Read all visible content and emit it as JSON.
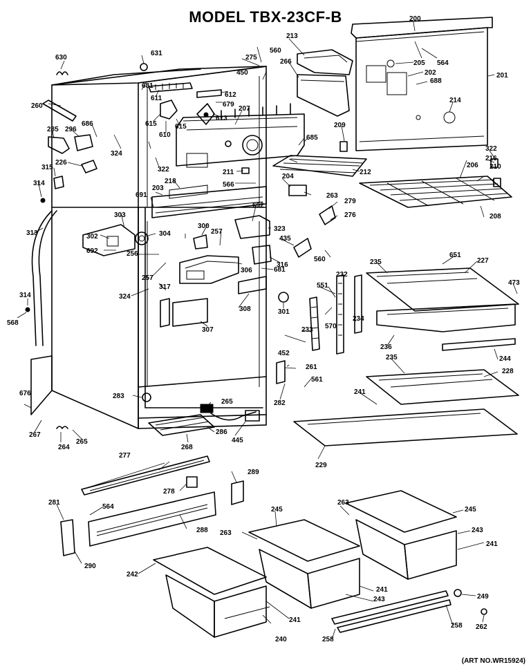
{
  "title": "MODEL TBX-23CF-B",
  "art_number": "(ART NO.WR15924)",
  "callouts": [
    {
      "id": "c200",
      "label": "200"
    },
    {
      "id": "c201",
      "label": "201"
    },
    {
      "id": "c202",
      "label": "202"
    },
    {
      "id": "c203",
      "label": "203"
    },
    {
      "id": "c204",
      "label": "204"
    },
    {
      "id": "c205",
      "label": "205"
    },
    {
      "id": "c206",
      "label": "206"
    },
    {
      "id": "c207",
      "label": "207"
    },
    {
      "id": "c208",
      "label": "208"
    },
    {
      "id": "c209",
      "label": "209"
    },
    {
      "id": "c210",
      "label": "210"
    },
    {
      "id": "c211",
      "label": "211"
    },
    {
      "id": "c212",
      "label": "212"
    },
    {
      "id": "c213",
      "label": "213"
    },
    {
      "id": "c214",
      "label": "214"
    },
    {
      "id": "c216",
      "label": "216"
    },
    {
      "id": "c218",
      "label": "218"
    },
    {
      "id": "c226",
      "label": "226"
    },
    {
      "id": "c227",
      "label": "227"
    },
    {
      "id": "c228",
      "label": "228"
    },
    {
      "id": "c229",
      "label": "229"
    },
    {
      "id": "c232",
      "label": "232"
    },
    {
      "id": "c233",
      "label": "233"
    },
    {
      "id": "c234",
      "label": "234"
    },
    {
      "id": "c235a",
      "label": "235"
    },
    {
      "id": "c235b",
      "label": "235"
    },
    {
      "id": "c236",
      "label": "236"
    },
    {
      "id": "c240",
      "label": "240"
    },
    {
      "id": "c241a",
      "label": "241"
    },
    {
      "id": "c241b",
      "label": "241"
    },
    {
      "id": "c241c",
      "label": "241"
    },
    {
      "id": "c241d",
      "label": "241"
    },
    {
      "id": "c242",
      "label": "242"
    },
    {
      "id": "c243a",
      "label": "243"
    },
    {
      "id": "c243b",
      "label": "243"
    },
    {
      "id": "c244",
      "label": "244"
    },
    {
      "id": "c245a",
      "label": "245"
    },
    {
      "id": "c245b",
      "label": "245"
    },
    {
      "id": "c249",
      "label": "249"
    },
    {
      "id": "c256",
      "label": "256"
    },
    {
      "id": "c257a",
      "label": "257"
    },
    {
      "id": "c257b",
      "label": "257"
    },
    {
      "id": "c258a",
      "label": "258"
    },
    {
      "id": "c258b",
      "label": "258"
    },
    {
      "id": "c260",
      "label": "260"
    },
    {
      "id": "c261",
      "label": "261"
    },
    {
      "id": "c262",
      "label": "262"
    },
    {
      "id": "c263a",
      "label": "263"
    },
    {
      "id": "c263b",
      "label": "263"
    },
    {
      "id": "c263c",
      "label": "263"
    },
    {
      "id": "c264",
      "label": "264"
    },
    {
      "id": "c265a",
      "label": "265"
    },
    {
      "id": "c265b",
      "label": "265"
    },
    {
      "id": "c266",
      "label": "266"
    },
    {
      "id": "c267",
      "label": "267"
    },
    {
      "id": "c268",
      "label": "268"
    },
    {
      "id": "c275",
      "label": "275"
    },
    {
      "id": "c276",
      "label": "276"
    },
    {
      "id": "c277",
      "label": "277"
    },
    {
      "id": "c278",
      "label": "278"
    },
    {
      "id": "c279",
      "label": "279"
    },
    {
      "id": "c281",
      "label": "281"
    },
    {
      "id": "c282",
      "label": "282"
    },
    {
      "id": "c283",
      "label": "283"
    },
    {
      "id": "c285",
      "label": "285"
    },
    {
      "id": "c286",
      "label": "286"
    },
    {
      "id": "c288",
      "label": "288"
    },
    {
      "id": "c289",
      "label": "289"
    },
    {
      "id": "c290",
      "label": "290"
    },
    {
      "id": "c296",
      "label": "296"
    },
    {
      "id": "c300",
      "label": "300"
    },
    {
      "id": "c301",
      "label": "301"
    },
    {
      "id": "c302",
      "label": "302"
    },
    {
      "id": "c303",
      "label": "303"
    },
    {
      "id": "c304",
      "label": "304"
    },
    {
      "id": "c306",
      "label": "306"
    },
    {
      "id": "c307",
      "label": "307"
    },
    {
      "id": "c308",
      "label": "308"
    },
    {
      "id": "c313",
      "label": "313"
    },
    {
      "id": "c314a",
      "label": "314"
    },
    {
      "id": "c314b",
      "label": "314"
    },
    {
      "id": "c315",
      "label": "315"
    },
    {
      "id": "c316",
      "label": "316"
    },
    {
      "id": "c317",
      "label": "317"
    },
    {
      "id": "c322a",
      "label": "322"
    },
    {
      "id": "c322b",
      "label": "322"
    },
    {
      "id": "c323",
      "label": "323"
    },
    {
      "id": "c324a",
      "label": "324"
    },
    {
      "id": "c324b",
      "label": "324"
    },
    {
      "id": "c435",
      "label": "435"
    },
    {
      "id": "c445",
      "label": "445"
    },
    {
      "id": "c450",
      "label": "450"
    },
    {
      "id": "c452",
      "label": "452"
    },
    {
      "id": "c473",
      "label": "473"
    },
    {
      "id": "c551",
      "label": "551"
    },
    {
      "id": "c560a",
      "label": "560"
    },
    {
      "id": "c560b",
      "label": "560"
    },
    {
      "id": "c561",
      "label": "561"
    },
    {
      "id": "c564a",
      "label": "564"
    },
    {
      "id": "c564b",
      "label": "564"
    },
    {
      "id": "c566",
      "label": "566"
    },
    {
      "id": "c568",
      "label": "568"
    },
    {
      "id": "c570",
      "label": "570"
    },
    {
      "id": "c610",
      "label": "610"
    },
    {
      "id": "c611",
      "label": "611"
    },
    {
      "id": "c612",
      "label": "612"
    },
    {
      "id": "c613",
      "label": "613"
    },
    {
      "id": "c615a",
      "label": "615"
    },
    {
      "id": "c615b",
      "label": "615"
    },
    {
      "id": "c630",
      "label": "630"
    },
    {
      "id": "c631",
      "label": "631"
    },
    {
      "id": "c651",
      "label": "651"
    },
    {
      "id": "c676",
      "label": "676"
    },
    {
      "id": "c679",
      "label": "679"
    },
    {
      "id": "c681a",
      "label": "681"
    },
    {
      "id": "c681b",
      "label": "681"
    },
    {
      "id": "c685",
      "label": "685"
    },
    {
      "id": "c686",
      "label": "686"
    },
    {
      "id": "c688",
      "label": "688"
    },
    {
      "id": "c691",
      "label": "691"
    },
    {
      "id": "c692a",
      "label": "692"
    },
    {
      "id": "c692b",
      "label": "692"
    }
  ]
}
